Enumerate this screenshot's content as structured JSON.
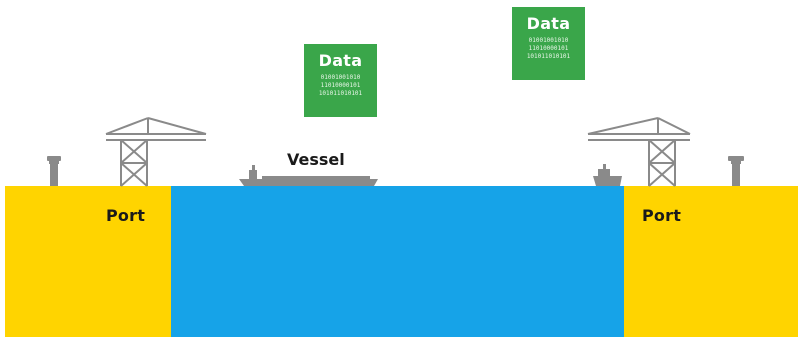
{
  "ports": {
    "left_label": "Port",
    "right_label": "Port"
  },
  "vessel": {
    "label": "Vessel"
  },
  "data_boxes": [
    {
      "title": "Data",
      "bits": [
        "01001001010",
        "11010000101",
        "101011010101"
      ]
    },
    {
      "title": "Data",
      "bits": [
        "01001001010",
        "11010000101",
        "101011010101"
      ]
    }
  ],
  "colors": {
    "port": "#ffd400",
    "water": "#16a3e8",
    "data_box": "#3aa64a",
    "structures": "#8a8a8a"
  },
  "icons": [
    "bollard-icon",
    "crane-icon",
    "ship-icon",
    "tugboat-icon"
  ]
}
